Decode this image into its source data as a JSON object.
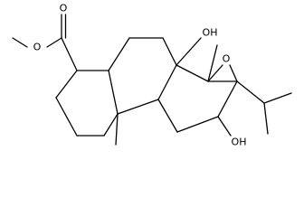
{
  "diagram": {
    "atom_labels": {
      "carbonyl_oxygen": "O",
      "ester_oxygen": "O",
      "epoxide_oxygen": "O",
      "hydroxyl_top": "OH",
      "hydroxyl_bottom": "OH"
    }
  }
}
